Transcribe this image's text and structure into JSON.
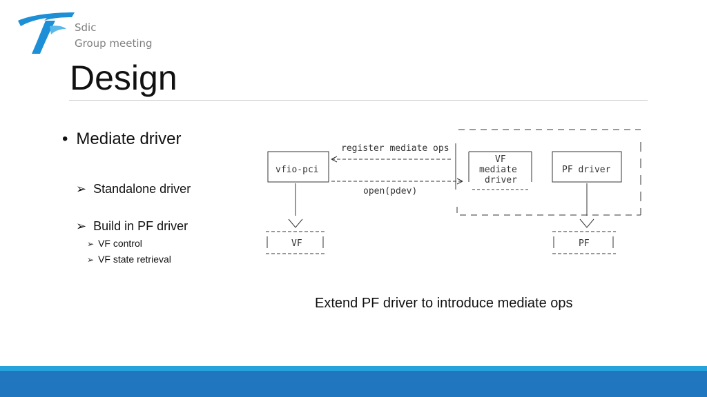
{
  "header": {
    "org_line1": "Sdic",
    "org_line2": "Group meeting",
    "title": "Design"
  },
  "bullets": {
    "main": "Mediate driver",
    "standalone": "Standalone driver",
    "build_in": "Build in PF driver",
    "vf_control": "VF control",
    "vf_state": "VF state retrieval"
  },
  "diagram": {
    "vfio_pci": "vfio-pci",
    "register_ops": "register mediate ops",
    "open_pdev": "open(pdev)",
    "vf_mediate_1": "VF",
    "vf_mediate_2": "mediate",
    "vf_mediate_3": "driver",
    "pf_driver": "PF driver",
    "vf_box": "VF",
    "pf_box": "PF"
  },
  "caption": "Extend PF driver to introduce mediate ops",
  "colors": {
    "footer_light": "#27a3dc",
    "footer_dark": "#2176c0",
    "logo_blue": "#1d8fd6"
  }
}
